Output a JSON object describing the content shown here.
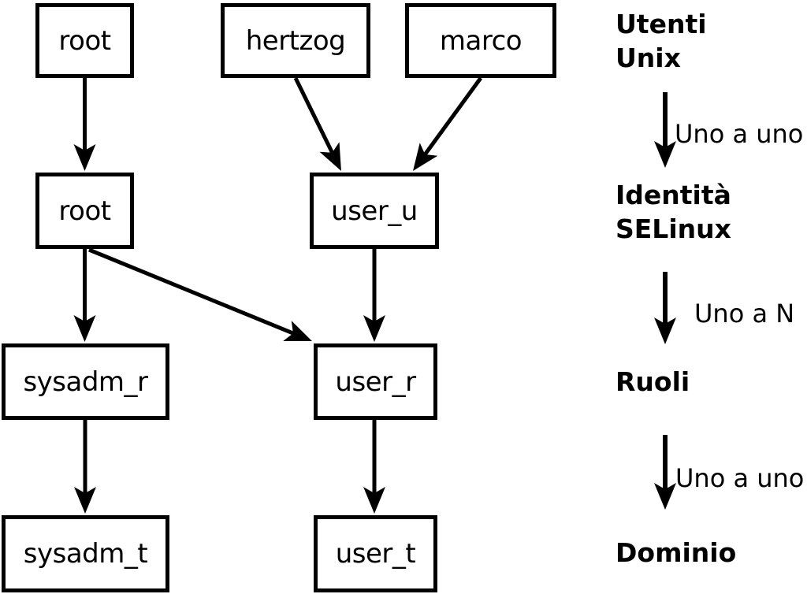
{
  "diagram": {
    "nodes": [
      {
        "id": "unix-root",
        "label": "root"
      },
      {
        "id": "unix-hertzog",
        "label": "hertzog"
      },
      {
        "id": "unix-marco",
        "label": "marco"
      },
      {
        "id": "selinux-root",
        "label": "root"
      },
      {
        "id": "selinux-user-u",
        "label": "user_u"
      },
      {
        "id": "role-sysadm-r",
        "label": "sysadm_r"
      },
      {
        "id": "role-user-r",
        "label": "user_r"
      },
      {
        "id": "domain-sysadm-t",
        "label": "sysadm_t"
      },
      {
        "id": "domain-user-t",
        "label": "user_t"
      }
    ],
    "edges": [
      {
        "from": "unix-root",
        "to": "selinux-root"
      },
      {
        "from": "unix-hertzog",
        "to": "selinux-user-u"
      },
      {
        "from": "unix-marco",
        "to": "selinux-user-u"
      },
      {
        "from": "selinux-root",
        "to": "role-sysadm-r"
      },
      {
        "from": "selinux-root",
        "to": "role-user-r"
      },
      {
        "from": "selinux-user-u",
        "to": "role-user-r"
      },
      {
        "from": "role-sysadm-r",
        "to": "domain-sysadm-t"
      },
      {
        "from": "role-user-r",
        "to": "domain-user-t"
      }
    ]
  },
  "legend": {
    "levels": [
      {
        "title": "Utenti\nUnix"
      },
      {
        "title": "Identità\nSELinux"
      },
      {
        "title": "Ruoli"
      },
      {
        "title": "Dominio"
      }
    ],
    "relations": [
      {
        "caption": "Uno a uno"
      },
      {
        "caption": "Uno a N"
      },
      {
        "caption": "Uno a uno"
      }
    ]
  },
  "colors": {
    "foreground": "#000000",
    "background": "#ffffff"
  }
}
